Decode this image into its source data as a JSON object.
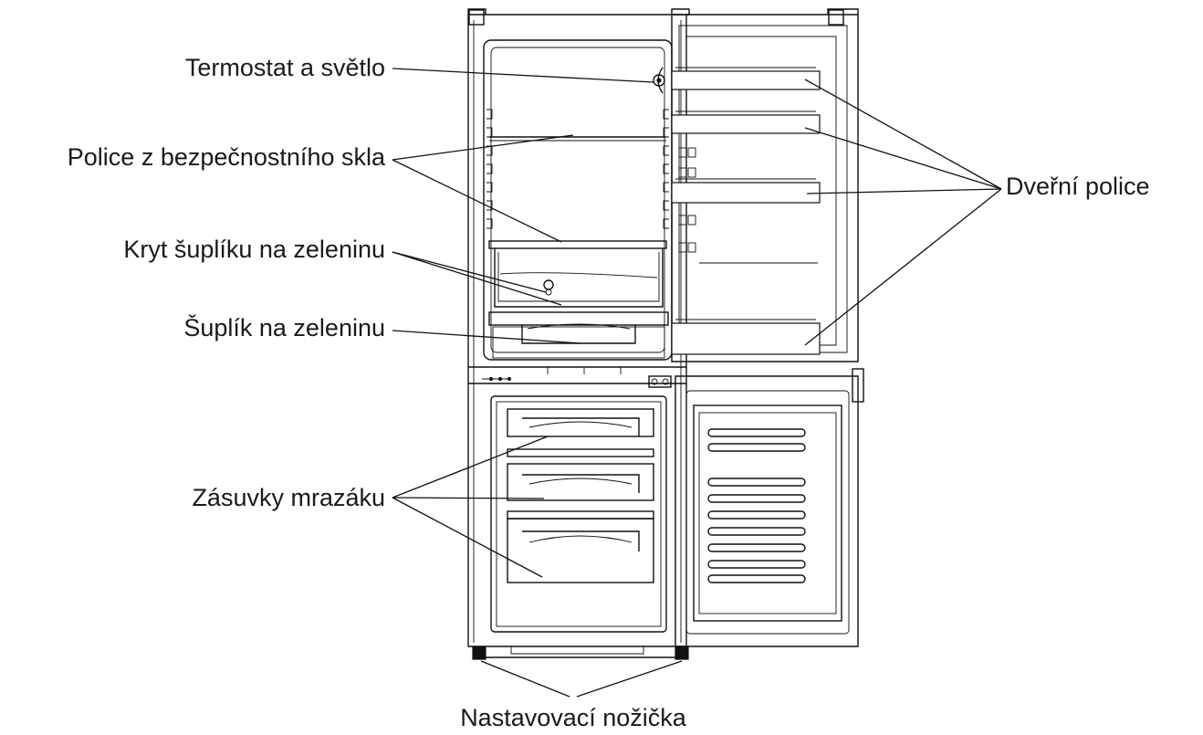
{
  "labels": {
    "thermostat": "Termostat a světlo",
    "glass_shelves": "Police z bezpečnostního skla",
    "crisper_cover": "Kryt šuplíku na zeleninu",
    "crisper": "Šuplík na zeleninu",
    "door_shelves": "Dveřní police",
    "freezer_drawers": "Zásuvky mrazáku",
    "feet": "Nastavovací nožička"
  }
}
